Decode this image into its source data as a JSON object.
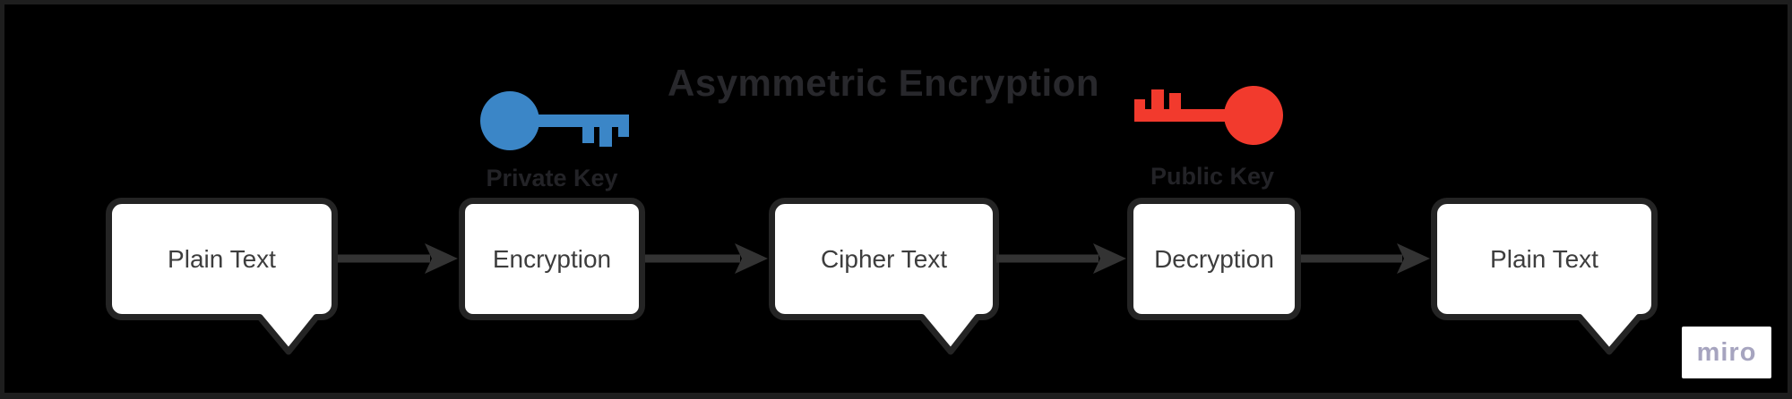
{
  "title": "Asymmetric Encryption",
  "keys": {
    "private": {
      "label": "Private Key",
      "color": "#3b86c7"
    },
    "public": {
      "label": "Public Key",
      "color": "#f23a2d"
    }
  },
  "flow": {
    "nodes": [
      {
        "label": "Plain Text",
        "shape": "speech-bubble"
      },
      {
        "label": "Encryption",
        "shape": "rounded-box"
      },
      {
        "label": "Cipher Text",
        "shape": "speech-bubble"
      },
      {
        "label": "Decryption",
        "shape": "rounded-box"
      },
      {
        "label": "Plain Text",
        "shape": "speech-bubble"
      }
    ]
  },
  "watermark": {
    "label": "miro"
  },
  "colors": {
    "background": "#000000",
    "frame_border": "#1e1e1e",
    "node_fill": "#ffffff",
    "node_border": "#242424",
    "node_text": "#3d3d3d",
    "arrow": "#333333",
    "title_text": "#28282c",
    "key_label_text": "#232327",
    "watermark_text": "#a6a4bf",
    "watermark_background": "#ffffff"
  }
}
